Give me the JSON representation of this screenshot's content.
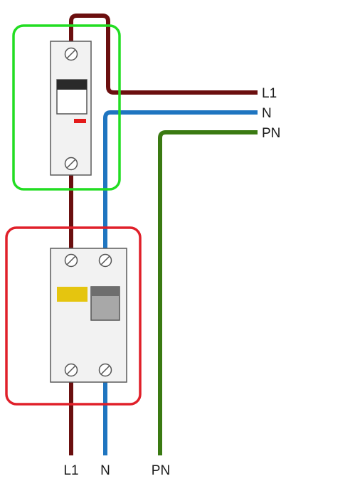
{
  "wires": {
    "right_labels": {
      "l1": "L1",
      "n": "N",
      "pn": "PN"
    },
    "bottom_labels": {
      "l1": "L1",
      "n": "N",
      "pn": "PN"
    }
  },
  "colors": {
    "phase_wire": "#6b0f0f",
    "neutral_wire": "#1f75c0",
    "earth_wire": "#3a7a12",
    "breaker_frame": "#22dd22",
    "rcd_frame": "#e0202a",
    "device_body": "#f2f2f2",
    "device_outline": "#5a5a5a",
    "mcb_handle": "#2a2a2a",
    "mcb_indicator": "#e41b1b",
    "rcd_test_button": "#e5c50f",
    "rcd_lever": "#a8a8a8"
  },
  "devices": {
    "circuit_breaker": {
      "poles": 1,
      "icon": "mcb-icon"
    },
    "rcd": {
      "poles": 2,
      "icon": "rcd-icon"
    }
  }
}
